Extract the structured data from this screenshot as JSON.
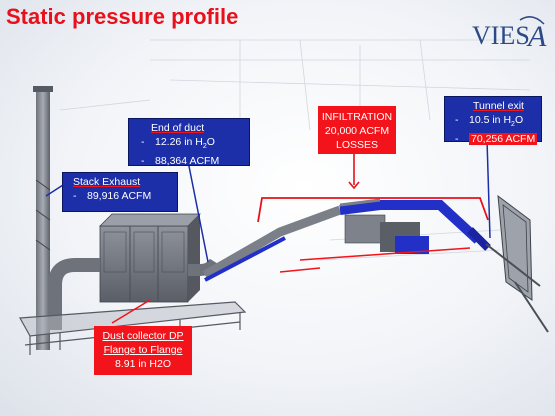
{
  "title": "Static pressure profile",
  "logo_text": "VIES",
  "logo_flourish": "A",
  "colors": {
    "title": "#e8101a",
    "callout_blue": "#1c2fa8",
    "callout_red": "#f2141a",
    "duct_blue": "#2330c8",
    "steel_gray": "#8a8f99"
  },
  "callouts": {
    "stack_exhaust": {
      "heading": "Stack Exhaust",
      "lines": [
        "89,916 ACFM"
      ]
    },
    "end_of_duct": {
      "heading": "End of duct",
      "lines": [
        "12.26 in H2O",
        "88,364 ACFM"
      ]
    },
    "infiltration": {
      "lines": [
        "INFILTRATION",
        "20,000 ACFM",
        "LOSSES"
      ]
    },
    "tunnel_exit": {
      "heading": "Tunnel exit",
      "lines": [
        "10.5 in H2O",
        "70,256 ACFM"
      ]
    },
    "dust_collector": {
      "lines": [
        "Dust collector DP",
        "Flange to Flange",
        "8.91 in H2O"
      ]
    }
  }
}
